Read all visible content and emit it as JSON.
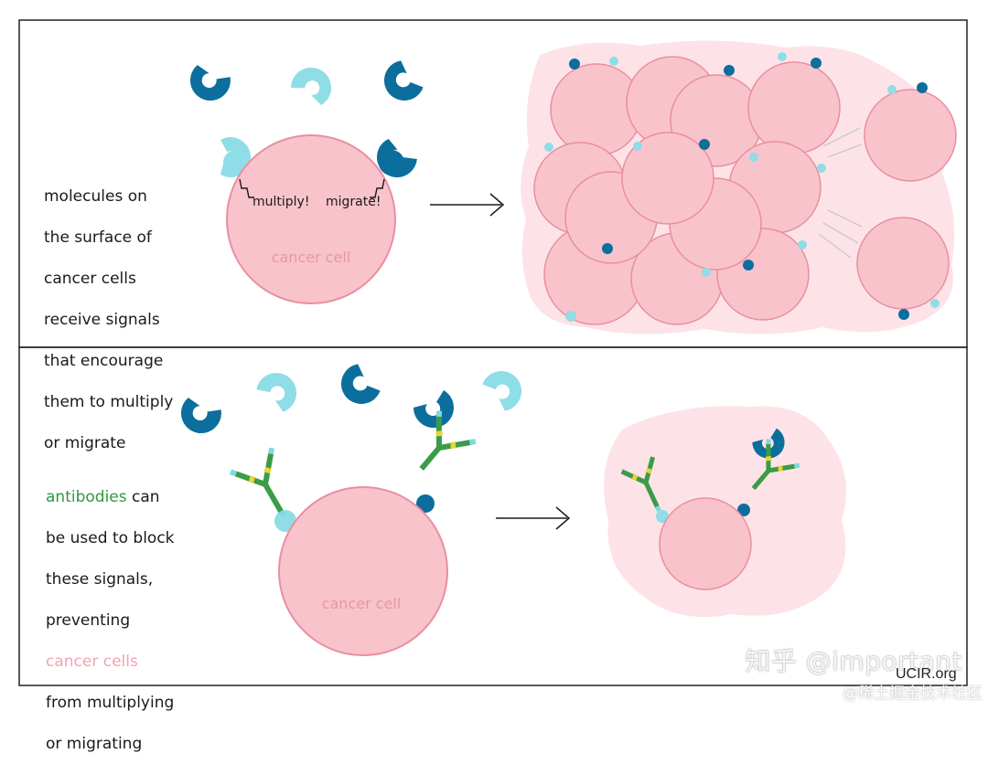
{
  "panels": {
    "top": {
      "caption_lines": [
        "molecules on",
        "the surface of",
        "cancer cells",
        "receive signals",
        "that encourage",
        "them to multiply",
        "or migrate"
      ],
      "cell_label": "cancer cell",
      "signal_label_left": "multiply!",
      "signal_label_right": "migrate!"
    },
    "bottom": {
      "caption_lead": "antibodies",
      "caption_lead_rest": " can",
      "caption_lines": [
        "be used to block",
        "these signals,",
        "preventing"
      ],
      "caption_pink": "cancer cells",
      "caption_tail": [
        "from multiplying",
        "or migrating"
      ],
      "cell_label": "cancer cell"
    }
  },
  "credit": "UCIR.org",
  "watermark": "知乎 @important",
  "watermark_secondary": "@稀土掘金技术社区",
  "colors": {
    "cell_fill": "#f9c3cc",
    "cell_stroke": "#e88fa0",
    "cluster_bg": "#fde3e8",
    "receptor_dark": "#0c6e9c",
    "receptor_light": "#8fdde6",
    "antibody_green": "#3a9c47",
    "antibody_yellow": "#e7d43a",
    "antibody_tip": "#7fd8e3",
    "text": "#1a1a1a",
    "text_green": "#2f9a3e",
    "text_pink": "#f2a3b3"
  }
}
